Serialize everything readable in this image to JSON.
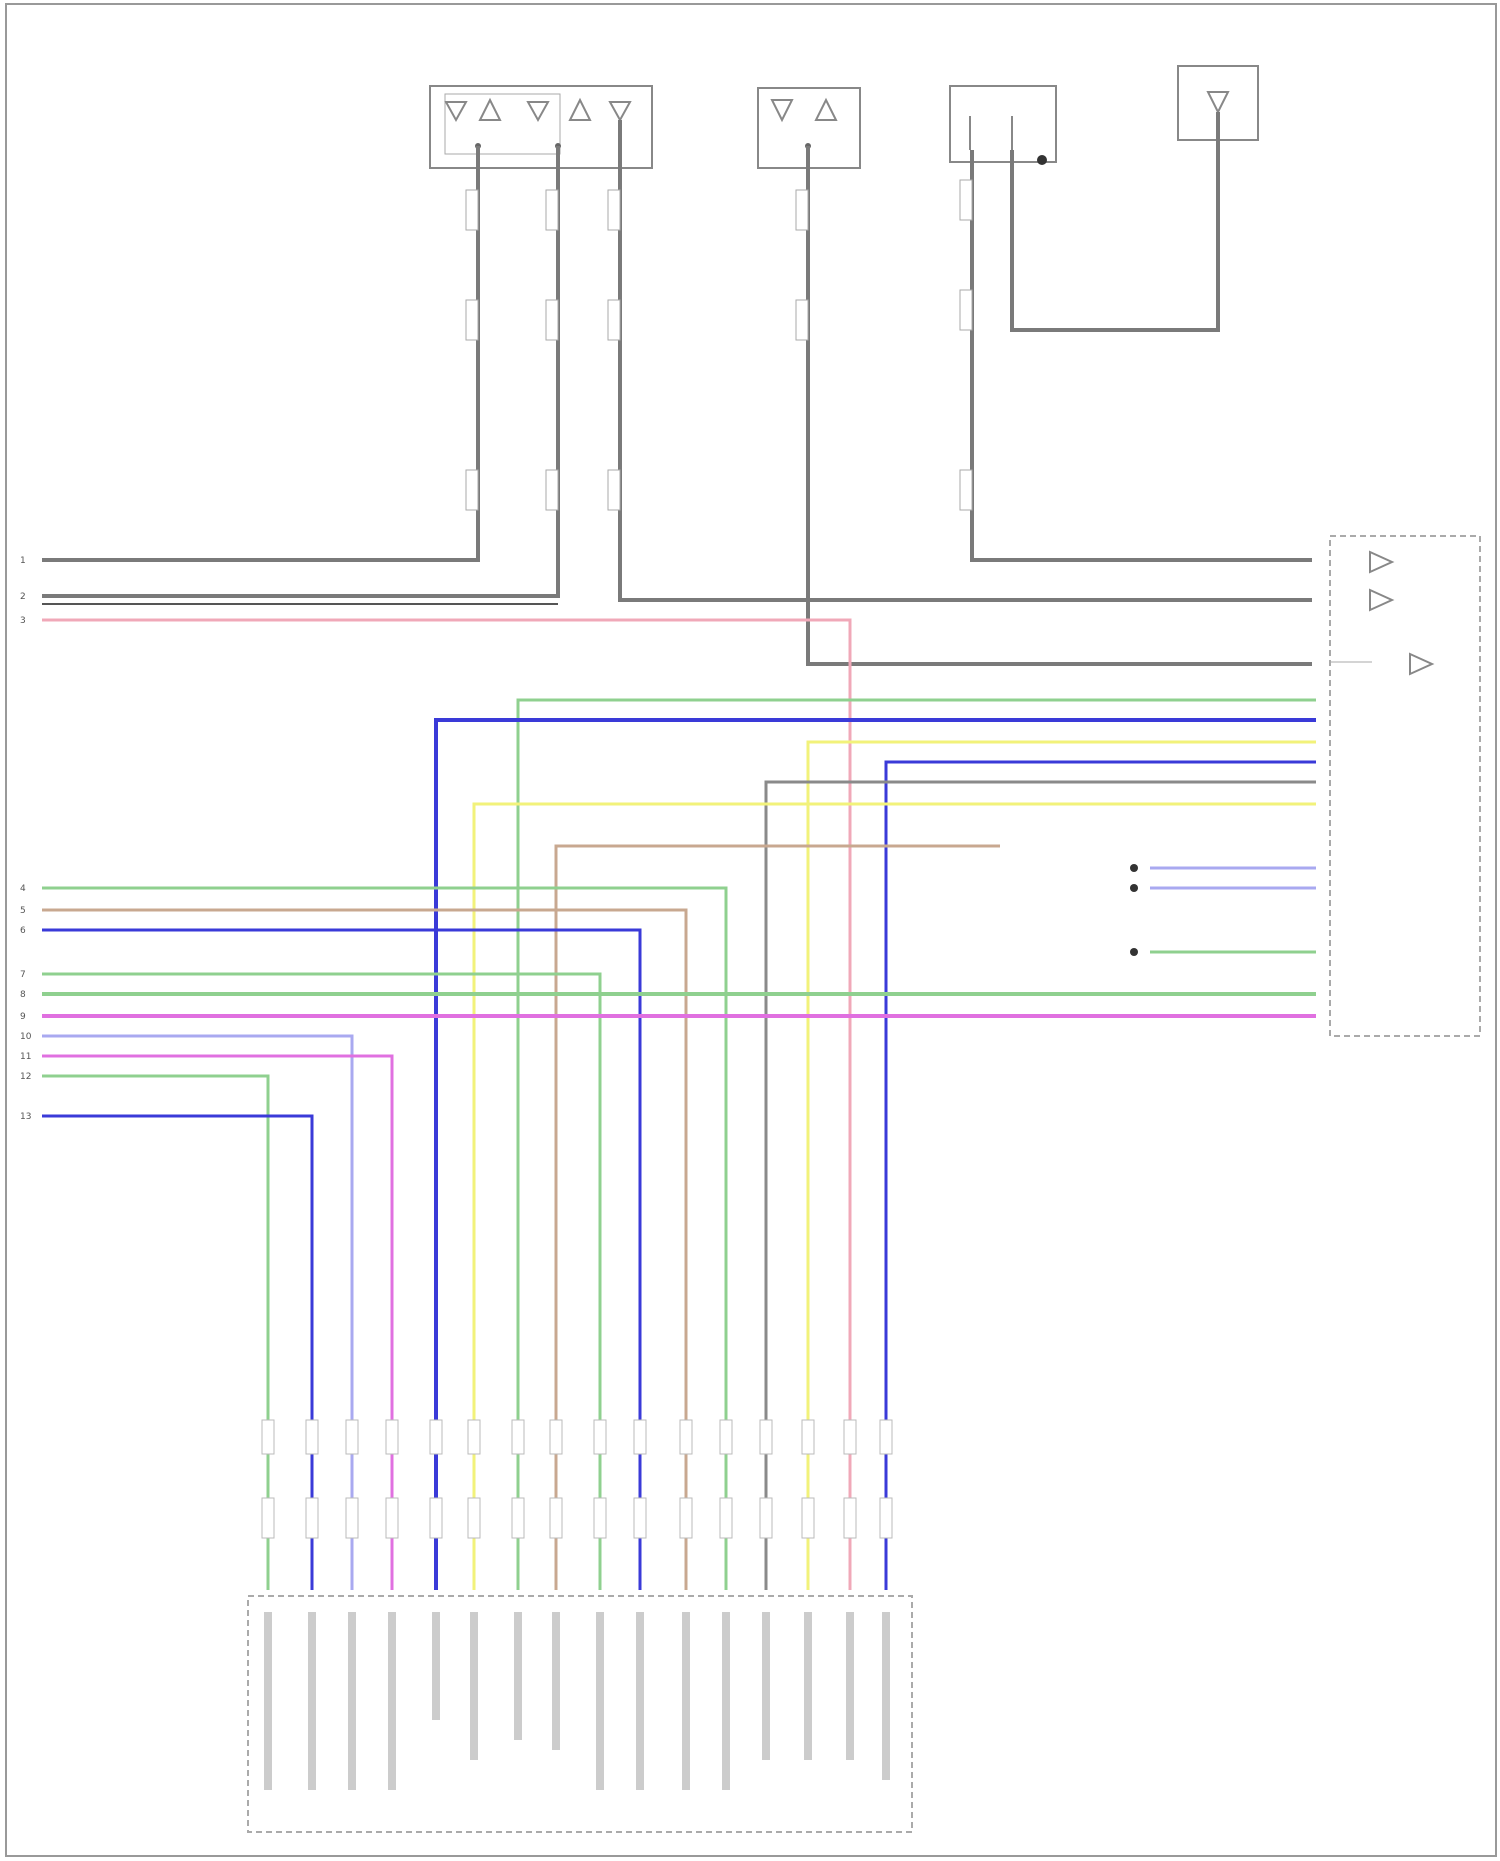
{
  "diagram": {
    "footer_code": "",
    "components": [
      {
        "name": "high-frequency-antenna",
        "label": ""
      },
      {
        "name": "wireless-communication-antenna",
        "label": ""
      },
      {
        "name": "gps-antenna",
        "label": ""
      },
      {
        "name": "radio-antenna",
        "label": ""
      },
      {
        "name": "junction-block",
        "label": ""
      },
      {
        "name": "bottom-module",
        "label": ""
      }
    ],
    "left_pin_numbers": [
      "1",
      "2",
      "3",
      "4",
      "5",
      "6",
      "7",
      "8",
      "9",
      "10",
      "11",
      "12",
      "13"
    ],
    "wire_colors": {
      "gray": "#7a7a7a",
      "pink": "#f0a8b8",
      "green": "#8fd08f",
      "blue": "#3a3ad8",
      "yellow": "#f2f27a",
      "tan": "#c8a890",
      "lavender": "#a9a9f0",
      "magenta": "#e070e0",
      "darkgray": "#707070"
    }
  }
}
